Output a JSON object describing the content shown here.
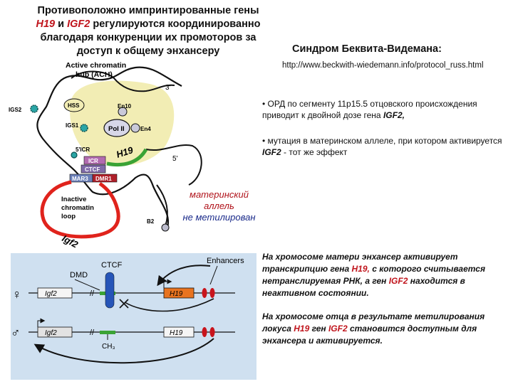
{
  "title": {
    "line1": "Противоположно импринтированные гены",
    "line2_gene1": "H19",
    "line2_and": " и ",
    "line2_gene2": "IGF2",
    "line2_rest": " регулируются координированно",
    "line3": "благодаря конкуренции их промоторов за",
    "line4": "доступ к общему энхансеру"
  },
  "syndrome_title": "Синдром Беквита-Видемана:",
  "url": "http://www.beckwith-wiedemann.info/protocol_russ.html",
  "bullet1": {
    "text": "•  ОРД по сегменту 11p15.5 отцовского происхождения приводит к двойной дозе гена ",
    "gene": "IGF2,"
  },
  "bullet2": {
    "text": "• мутация в материнском аллеле, при котором активируется ",
    "gene": "IGF2",
    "rest": "  - тот же эффект"
  },
  "maternal_allele": {
    "line1": "материнский",
    "line2": "аллель",
    "line3": "не метилирован"
  },
  "note1": {
    "part1": "На хромосоме матери энхансер активирует транскрипцию гена ",
    "gene1": "H19,",
    "part2": " с которого считывается нетранслируемая РНК, а ген ",
    "gene2": "IGF2",
    "part3": " находится в неактивном состоянии."
  },
  "note2": {
    "part1": "На хромосоме отца в результате метилирования локуса ",
    "gene1": "H19",
    "part2": " ген ",
    "gene2": "IGF2",
    "part3": " становится доступным для энхансера и активируется."
  },
  "diagram_top": {
    "ach": "Active chromatin",
    "ach2": "hub (ACH)",
    "hss": "HSS",
    "en10": "En10",
    "pol2": "Pol II",
    "en4": "En4",
    "igs2": "IGS2",
    "igs1": "IGS1",
    "icr5": "5'ICR",
    "icr": "ICR",
    "ctcf": "CTCF",
    "mar3": "MAR3",
    "dmr1": "DMR1",
    "h19": "H19",
    "prime3": "3'",
    "prime5": "5'",
    "inactive1": "Inactive",
    "inactive2": "chromatin",
    "inactive3": "loop",
    "b2": "B2",
    "igf2": "Igf2"
  },
  "diagram_bottom": {
    "ctcf": "CTCF",
    "dmd": "DMD",
    "enhancers": "Enhancers",
    "igf2_f": "Igf2",
    "h19_f": "H19",
    "igf2_m": "Igf2",
    "h19_m": "H19",
    "ch3": "CH₃",
    "female": "♀",
    "male": "♂",
    "slash": "//"
  },
  "colors": {
    "gene_red": "#c0141c",
    "panel_blue": "#cfe0f0",
    "hub_yellow": "#f2edb4",
    "h19_green": "#3aa335",
    "loop_red": "#e0231c"
  }
}
